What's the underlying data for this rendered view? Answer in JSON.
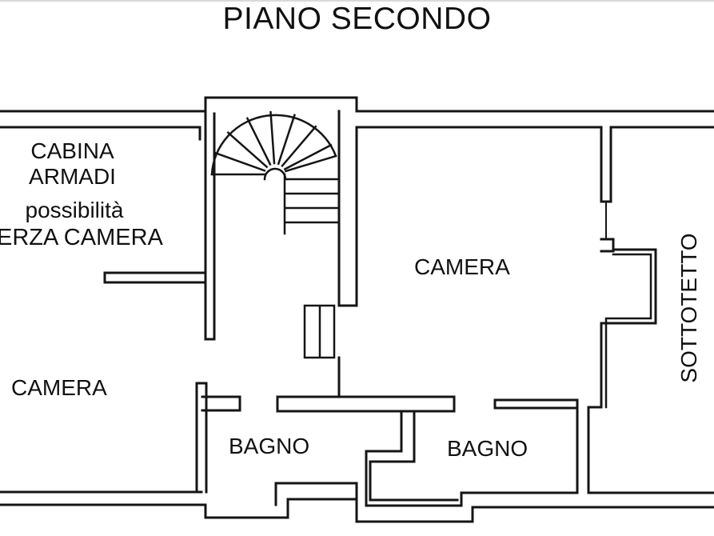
{
  "title": "PIANO SECONDO",
  "labels": {
    "cabina_line1": "CABINA",
    "cabina_line2": "ARMADI",
    "possibilita": "possibilità",
    "terza_camera": "ERZA CAMERA",
    "camera_left": "CAMERA",
    "camera_center": "CAMERA",
    "bagno_left": "BAGNO",
    "bagno_right": "BAGNO",
    "sottotetto": "SOTTOTETTO"
  },
  "colors": {
    "background": "#ffffff",
    "wall_line": "#151515",
    "text": "#111111",
    "border_top": "#d9d9d9"
  }
}
